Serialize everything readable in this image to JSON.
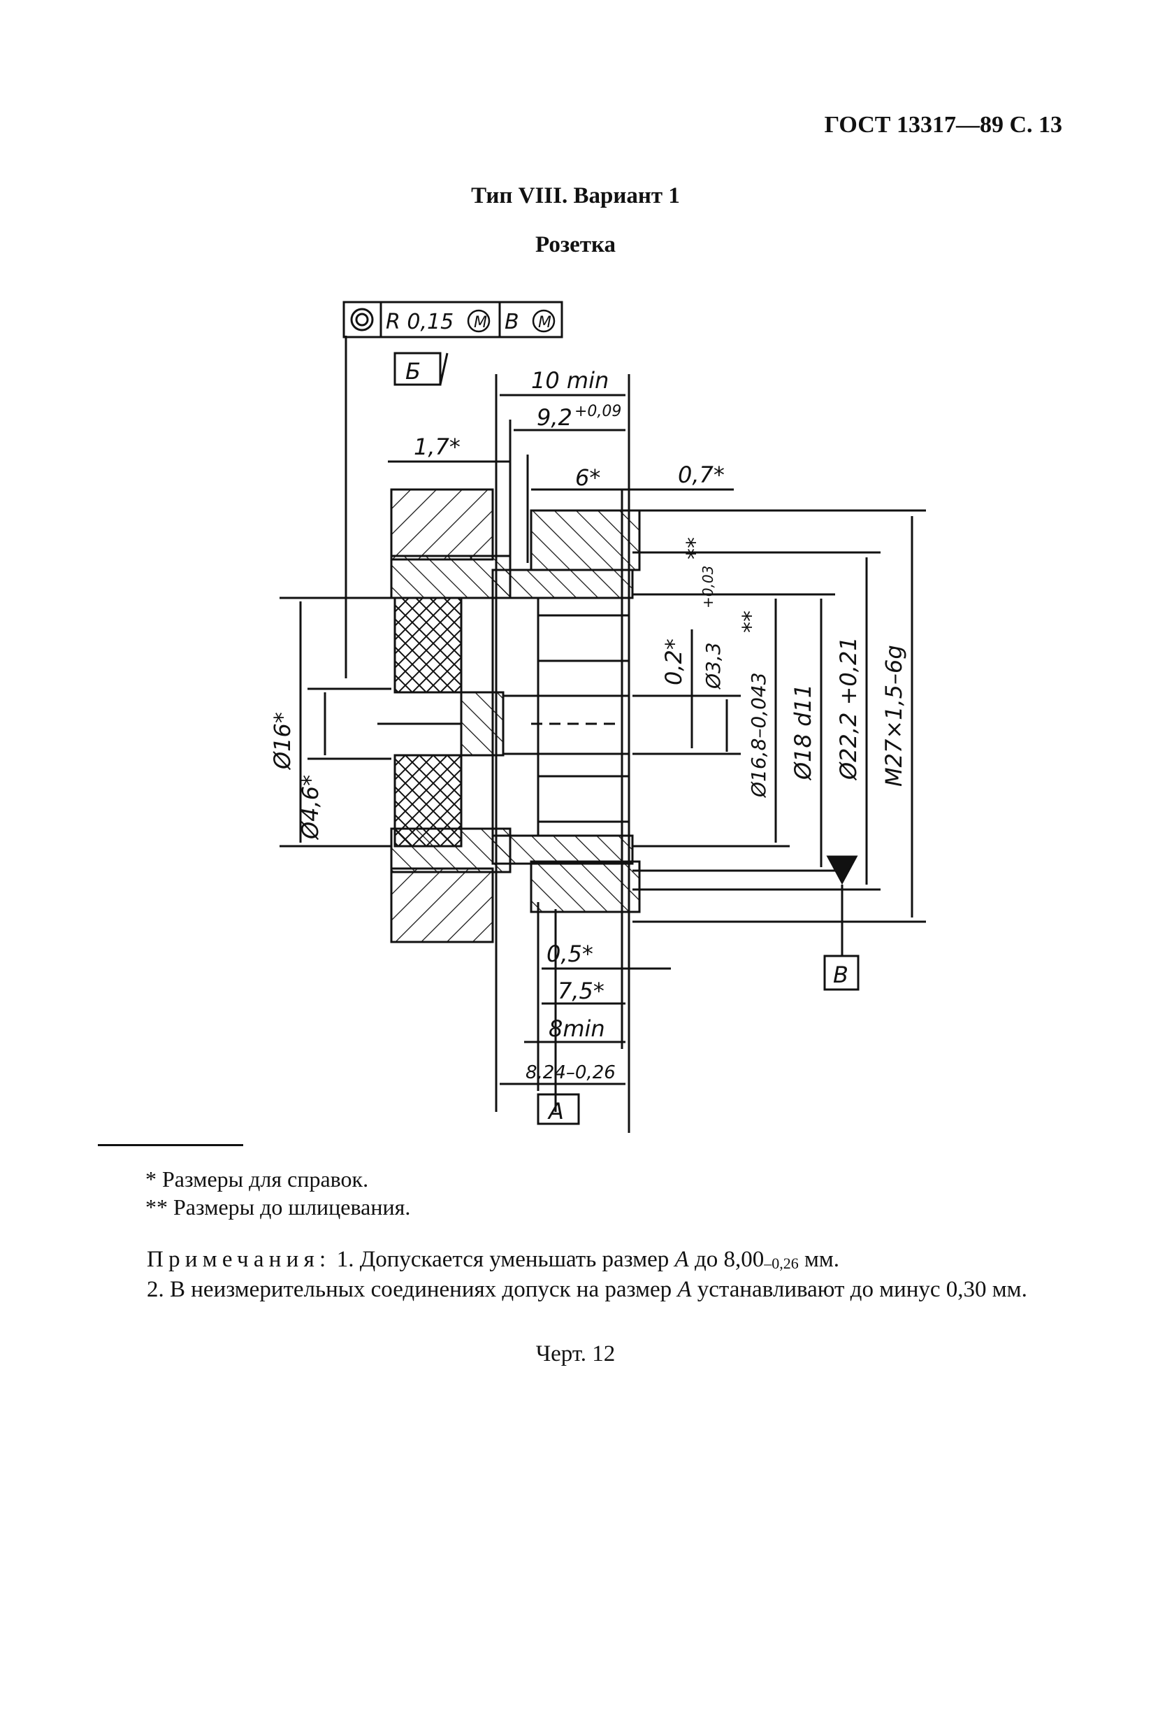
{
  "header": {
    "doc_code": "ГОСТ 13317—89 С. 13"
  },
  "titles": {
    "type_line": "Тип VIII. Вариант 1",
    "part_name": "Розетка"
  },
  "drawing": {
    "tolerance_frame": {
      "symbol": "◎",
      "value": "R 0,15",
      "mod1": "M",
      "datum": "B",
      "mod2": "M"
    },
    "datum_b_top": "Б",
    "datum_a": "A",
    "datum_v": "B",
    "dims": {
      "d_10min": "10 min",
      "d_9_2": "9,2",
      "d_9_2_tol": "+0,09",
      "d_1_7": "1,7*",
      "d_6": "6*",
      "d_0_7": "0,7*",
      "d_0_2": "0,2*",
      "d_3_3": "Ø3,3",
      "d_3_3_tol": "+0,03",
      "d_3_3_mark": "**",
      "d_16_8": "Ø16,8–0,043",
      "d_16_8_mark": "**",
      "d_18": "Ø18 d11",
      "d_22_2": "Ø22,2 +0,21",
      "d_m27": "M27×1,5–6g",
      "d_16": "Ø16*",
      "d_4_6": "Ø4,6*",
      "d_0_5": "0,5*",
      "d_7_5": "7,5*",
      "d_8min": "8min",
      "d_8_24": "8,24–0,26"
    }
  },
  "footnotes": {
    "f1_mark": "*",
    "f1_text": "Размеры для справок.",
    "f2_mark": "**",
    "f2_text": "Размеры до шлицевания."
  },
  "notes": {
    "label": "Примечания:",
    "n1_pre": "1. Допускается уменьшать размер",
    "n1_var": "А",
    "n1_mid": "до 8,00",
    "n1_sub": "–0,26",
    "n1_post": "мм.",
    "n2_pre": "2. В неизмерительных соединениях допуск на размер",
    "n2_var": "А",
    "n2_post": "устанавливают до минус 0,30 мм."
  },
  "caption": "Черт. 12"
}
